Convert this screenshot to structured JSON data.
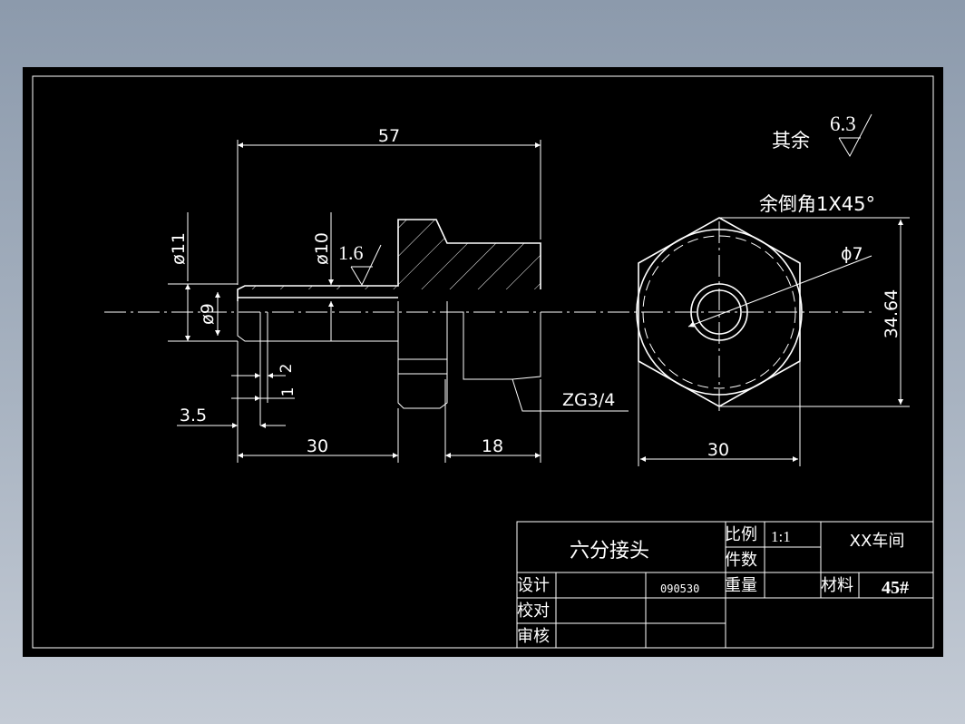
{
  "dimensions": {
    "overall_length": "57",
    "dia_11": "ø11",
    "dia_10": "ø10",
    "dia_9": "ø9",
    "surface_1_6": "1.6",
    "groove_2": "2",
    "groove_1": "1",
    "offset_3_5": "3.5",
    "length_30": "30",
    "length_18": "18",
    "thread": "ZG3/4",
    "phi_7": "ϕ7",
    "across_corners": "34.64",
    "across_flats": "30"
  },
  "notes": {
    "other_label": "其余",
    "other_roughness": "6.3",
    "chamfer": "余倒角1X45°"
  },
  "title_block": {
    "part_name": "六分接头",
    "scale_label": "比例",
    "scale_value": "1:1",
    "quantity_label": "件数",
    "workshop": "XX车间",
    "design_label": "设计",
    "design_date": "090530",
    "weight_label": "重量",
    "material_label": "材料",
    "material_value": "45#",
    "check_label": "校对",
    "review_label": "审核"
  }
}
